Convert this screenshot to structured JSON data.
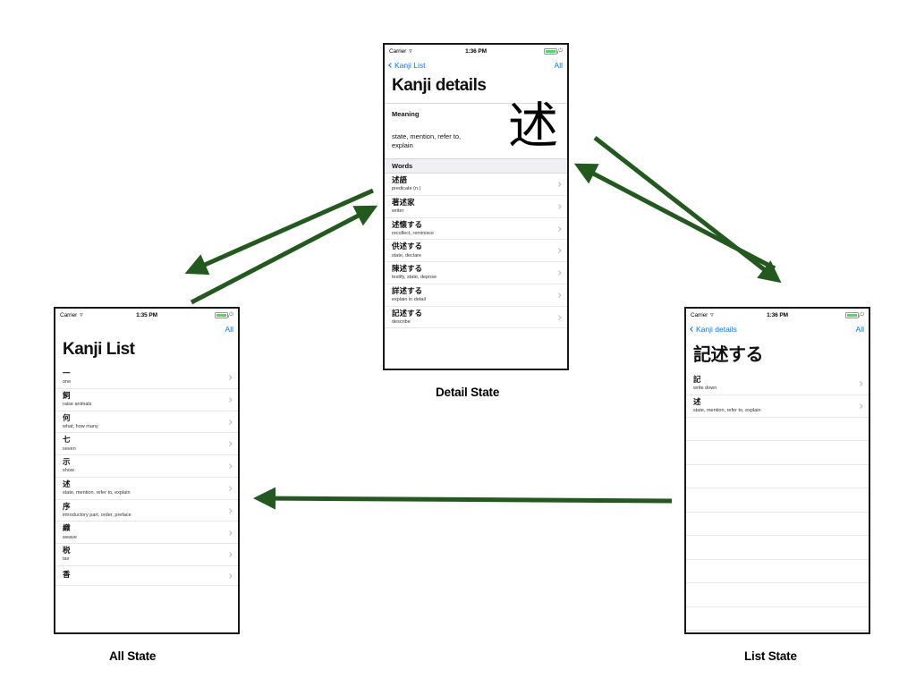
{
  "diagram": {
    "captions": [
      {
        "id": "all-state",
        "text": "All State"
      },
      {
        "id": "detail-state",
        "text": "Detail State"
      },
      {
        "id": "list-state",
        "text": "List State"
      }
    ],
    "arrow_color": "#23591f"
  },
  "phones": {
    "all": {
      "status": {
        "carrier": "Carrier",
        "wifi_icon": "wifi-icon",
        "time": "1:35 PM",
        "battery_icon": "battery-icon",
        "charging_icon": "charging-bolt-icon"
      },
      "nav": {
        "back_label": "",
        "all_label": "All"
      },
      "title": "Kanji List",
      "rows": [
        {
          "title": "一",
          "sub": "one"
        },
        {
          "title": "飼",
          "sub": "raise animals"
        },
        {
          "title": "何",
          "sub": "what, how many"
        },
        {
          "title": "七",
          "sub": "seven"
        },
        {
          "title": "示",
          "sub": "show"
        },
        {
          "title": "述",
          "sub": "state, mention, refer to, explain"
        },
        {
          "title": "序",
          "sub": "introductory part, order, preface"
        },
        {
          "title": "織",
          "sub": "weave"
        },
        {
          "title": "税",
          "sub": "tax"
        },
        {
          "title": "香",
          "sub": ""
        }
      ]
    },
    "detail": {
      "status": {
        "carrier": "Carrier",
        "wifi_icon": "wifi-icon",
        "time": "1:36 PM",
        "battery_icon": "battery-icon",
        "charging_icon": "charging-bolt-icon"
      },
      "nav": {
        "back_label": "Kanji List",
        "all_label": "All"
      },
      "title": "Kanji details",
      "meaning_label": "Meaning",
      "meaning_text": "state, mention, refer to, explain",
      "big_kanji": "述",
      "words_header": "Words",
      "rows": [
        {
          "title": "述語",
          "sub": "predicate (n.)"
        },
        {
          "title": "著述家",
          "sub": "writer"
        },
        {
          "title": "述懐する",
          "sub": "recollect, reminisce"
        },
        {
          "title": "供述する",
          "sub": "state, declare"
        },
        {
          "title": "陳述する",
          "sub": "testify, state, depose"
        },
        {
          "title": "詳述する",
          "sub": "explain in detail"
        },
        {
          "title": "記述する",
          "sub": "describe"
        }
      ]
    },
    "list": {
      "status": {
        "carrier": "Carrier",
        "wifi_icon": "wifi-icon",
        "time": "1:36 PM",
        "battery_icon": "battery-icon",
        "charging_icon": "charging-bolt-icon"
      },
      "nav": {
        "back_label": "Kanji details",
        "all_label": "All"
      },
      "title": "記述する",
      "rows": [
        {
          "title": "記",
          "sub": "write down"
        },
        {
          "title": "述",
          "sub": "state, mention, refer to, explain"
        }
      ],
      "empty_rows": 9
    }
  }
}
